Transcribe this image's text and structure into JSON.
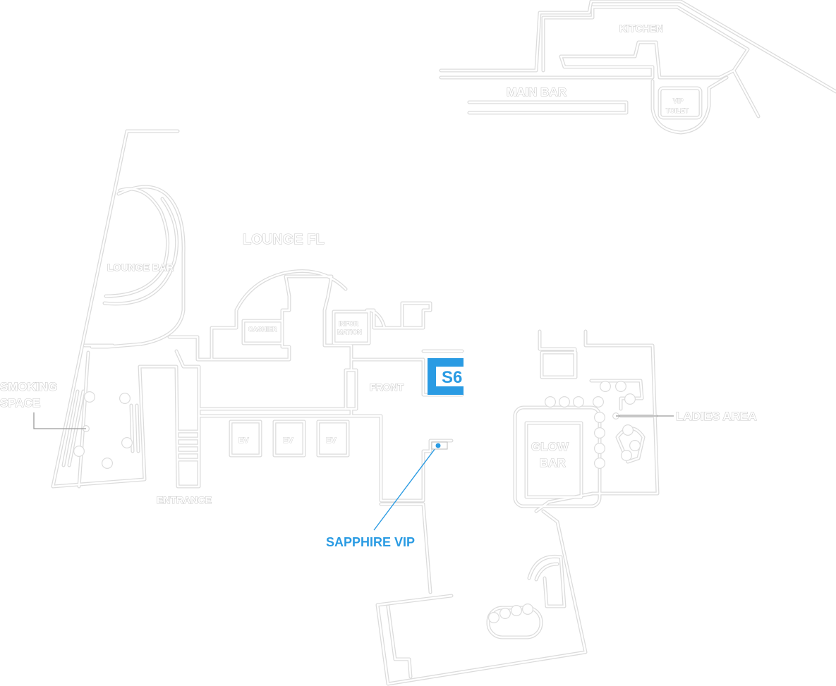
{
  "map": {
    "labels": {
      "kitchen": "KITCHEN",
      "main_bar": "MAIN BAR",
      "vip_toilet_line1": "VIP",
      "vip_toilet_line2": "TOILET",
      "lounge_floor": "LOUNGE FL",
      "lounge_bar": "LOUNGE BAR",
      "cashier": "CASHIER",
      "information_line1": "INFOR",
      "information_line2": "MATION",
      "front": "FRONT",
      "smoking_line1": "SMOKING",
      "smoking_line2": "SPACE",
      "entrance": "ENTRANCE",
      "ev_1": "EV",
      "ev_2": "EV",
      "ev_3": "EV",
      "glow_line1": "GLOW",
      "glow_line2": "BAR",
      "ladies_area": "LADIES AREA",
      "sapphire_vip": "SAPPHIRE VIP"
    },
    "marker": {
      "label": "S6",
      "color": "#2a9be3"
    },
    "highlight_color": "#2a9be3",
    "wall_color": "#dcdcdc"
  }
}
